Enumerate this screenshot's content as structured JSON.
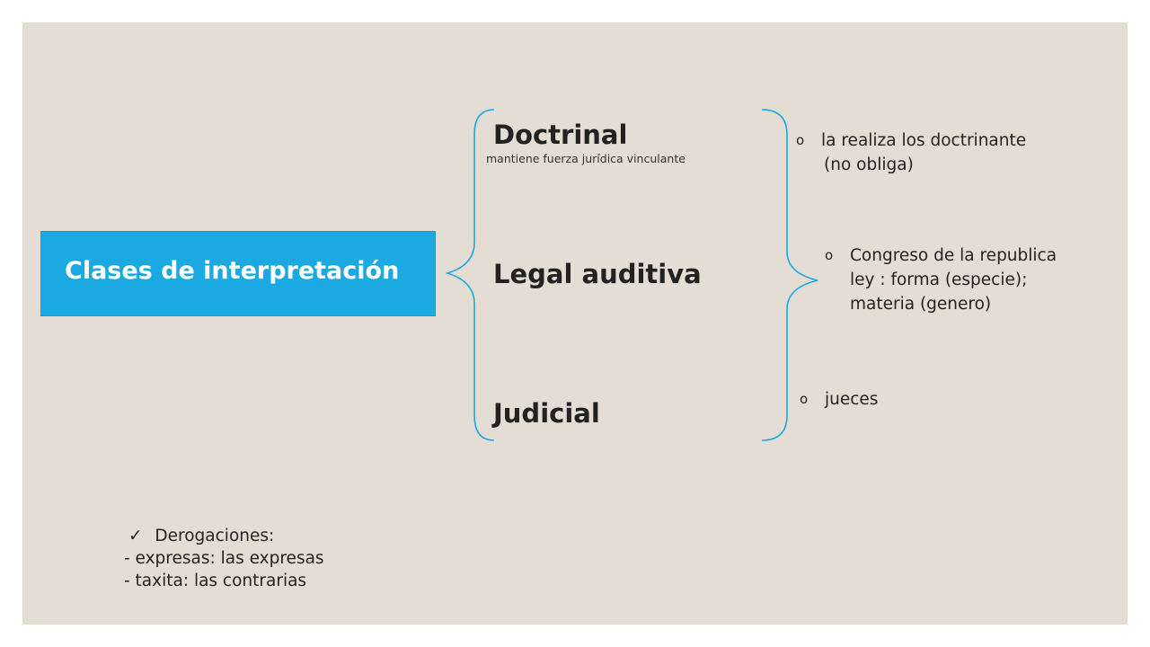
{
  "main_node": {
    "label": "Clases de interpretación"
  },
  "categories": [
    {
      "label": "Doctrinal",
      "sub": "mantiene fuerza jurídica vinculante"
    },
    {
      "label": "Legal auditiva"
    },
    {
      "label": "Judicial"
    }
  ],
  "notes": [
    {
      "bullet": "o",
      "lines": [
        "la realiza los doctrinante",
        "(no obliga)"
      ]
    },
    {
      "bullet": "o",
      "lines": [
        "Congreso de la republica",
        "ley : forma (especie);",
        "materia (genero)"
      ]
    },
    {
      "bullet": "o",
      "lines": [
        "jueces"
      ]
    }
  ],
  "footer": {
    "check": "✓",
    "title": "Derogaciones:",
    "items": [
      "- expresas: las expresas",
      "- taxita: las contrarias"
    ]
  },
  "colors": {
    "background": "#e4ddd3",
    "box": "#1ba9e1",
    "brace": "#1ba9e1"
  }
}
